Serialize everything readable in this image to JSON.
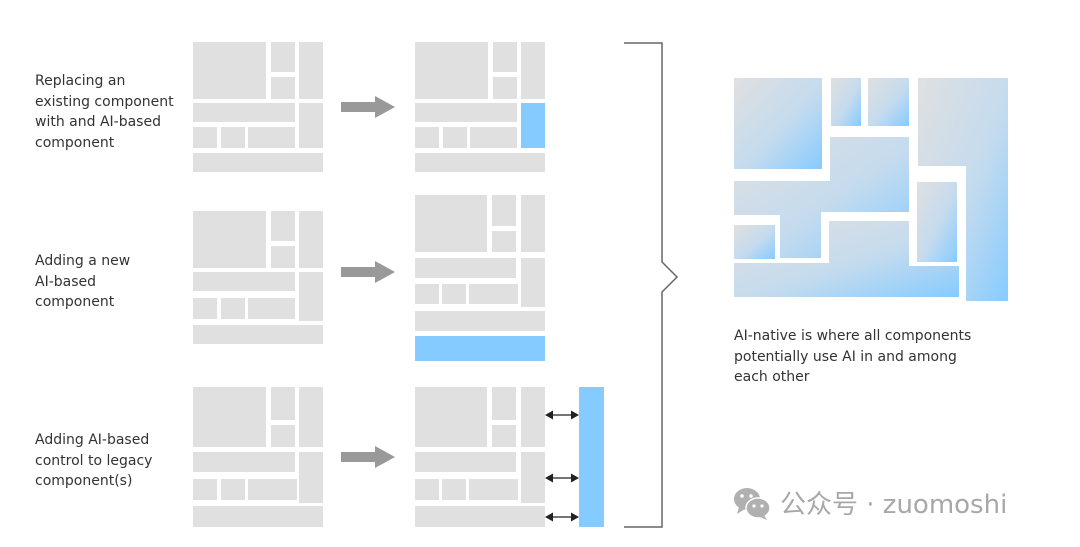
{
  "rows": [
    {
      "label_lines": [
        "Replacing an",
        "existing component",
        "with and AI-based",
        "component"
      ]
    },
    {
      "label_lines": [
        "Adding a new",
        "AI-based",
        "component"
      ]
    },
    {
      "label_lines": [
        "Adding AI-based",
        "control to legacy",
        "component(s)"
      ]
    }
  ],
  "ai_native": {
    "caption_lines": [
      "AI-native is where all components",
      "potentially use AI in and among",
      "each other"
    ]
  },
  "watermark": {
    "text": "公众号 · zuomoshi",
    "icon": "wechat-icon"
  },
  "colors": {
    "component_gray": "#e0e0e0",
    "ai_blue": "#86cbff",
    "arrow_gray": "#999999",
    "bracket_gray": "#666666",
    "text": "#333333",
    "watermark": "#a8a8a8"
  }
}
